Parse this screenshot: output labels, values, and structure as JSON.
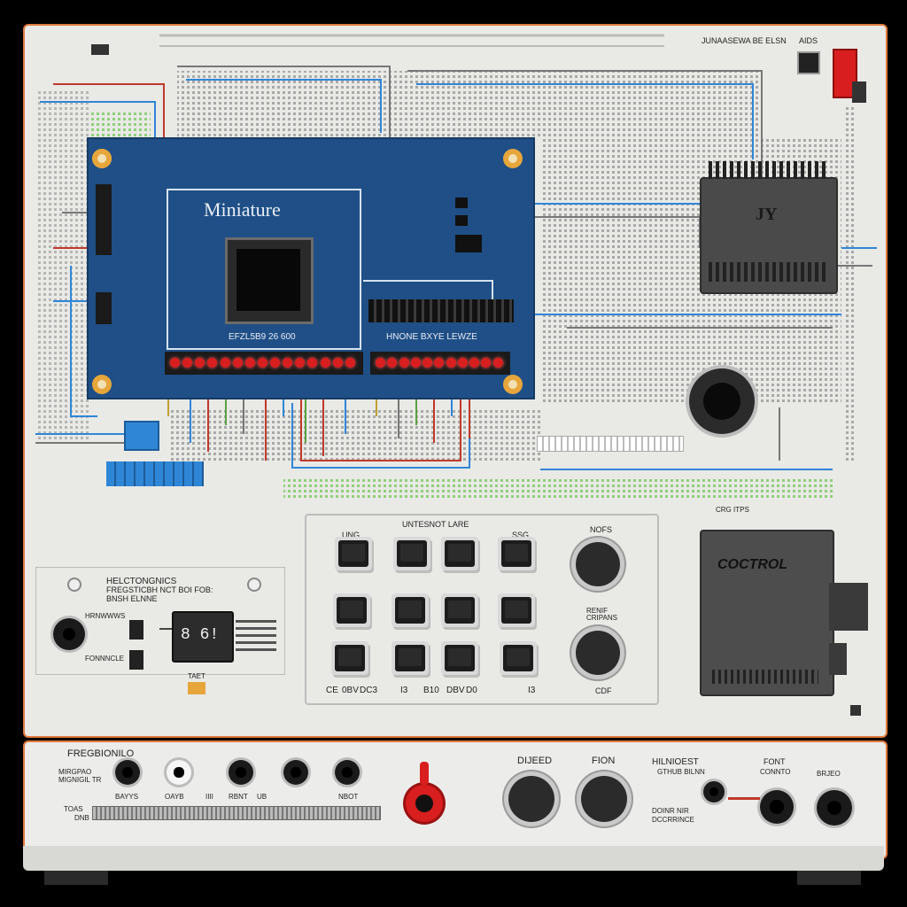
{
  "board": {
    "pcb_title": "Miniature",
    "pcb_part_left": "EFZL5B9 26 600",
    "pcb_part_right": "HNONE BXYE LEWZE",
    "ic_label": "JY",
    "top_right_label": "JUNAASEWA BE ELSN",
    "top_right_small": "AIDS",
    "controller_label": "COCTROL",
    "controller_top": "CRG ITPS",
    "left_panel_title": "HELCTONGNICS",
    "left_panel_sub1": "FREGSTICBH NCT BOI FOB:",
    "left_panel_sub2": "BNSH ELNNE",
    "left_jack_label1": "HRNWWWS",
    "left_jack_label2": "FONNNCLE",
    "seven_seg": "8 6!",
    "small_switch_label": "TAET"
  },
  "keypad": {
    "title": "UNTESNOT LARE",
    "col_label_left": "UNG",
    "col_label_right": "SSG",
    "knob_top_label": "NOFS",
    "knob_mid_label1": "RENIF",
    "knob_mid_label2": "CRIPANS",
    "knob_bottom_label": "CDF",
    "bottom_labels": [
      "CE",
      "0BV",
      "DC3",
      "I3",
      "B10",
      "DBV",
      "D0",
      "I3"
    ]
  },
  "front_panel": {
    "left_title": "FREGBIONILO",
    "left_sub1": "MIRGPAO",
    "left_sub2": "MIGNIGIL TR",
    "jack_labels": [
      "BAYYS",
      "OAYB",
      "IIII",
      "RBNT",
      "UB",
      "NBOT"
    ],
    "slot_label1": "TOAS",
    "slot_label2": "DNB",
    "knob1_label": "DIJEED",
    "knob2_label": "FION",
    "right_title": "HILNIOEST",
    "right_sub1": "GTHUB BILNN",
    "right_sub2": "DOINR NIR",
    "right_sub3": "DCCRRINCE",
    "font_label": "FONT",
    "font_sub": "CONNTO",
    "last_label": "BRJEO"
  },
  "colors": {
    "panel": "#e9e9e6",
    "frame": "#e07a3d",
    "pcb": "#1f4f86",
    "led_red": "#d81e1e",
    "dip_blue": "#2f86d6"
  }
}
